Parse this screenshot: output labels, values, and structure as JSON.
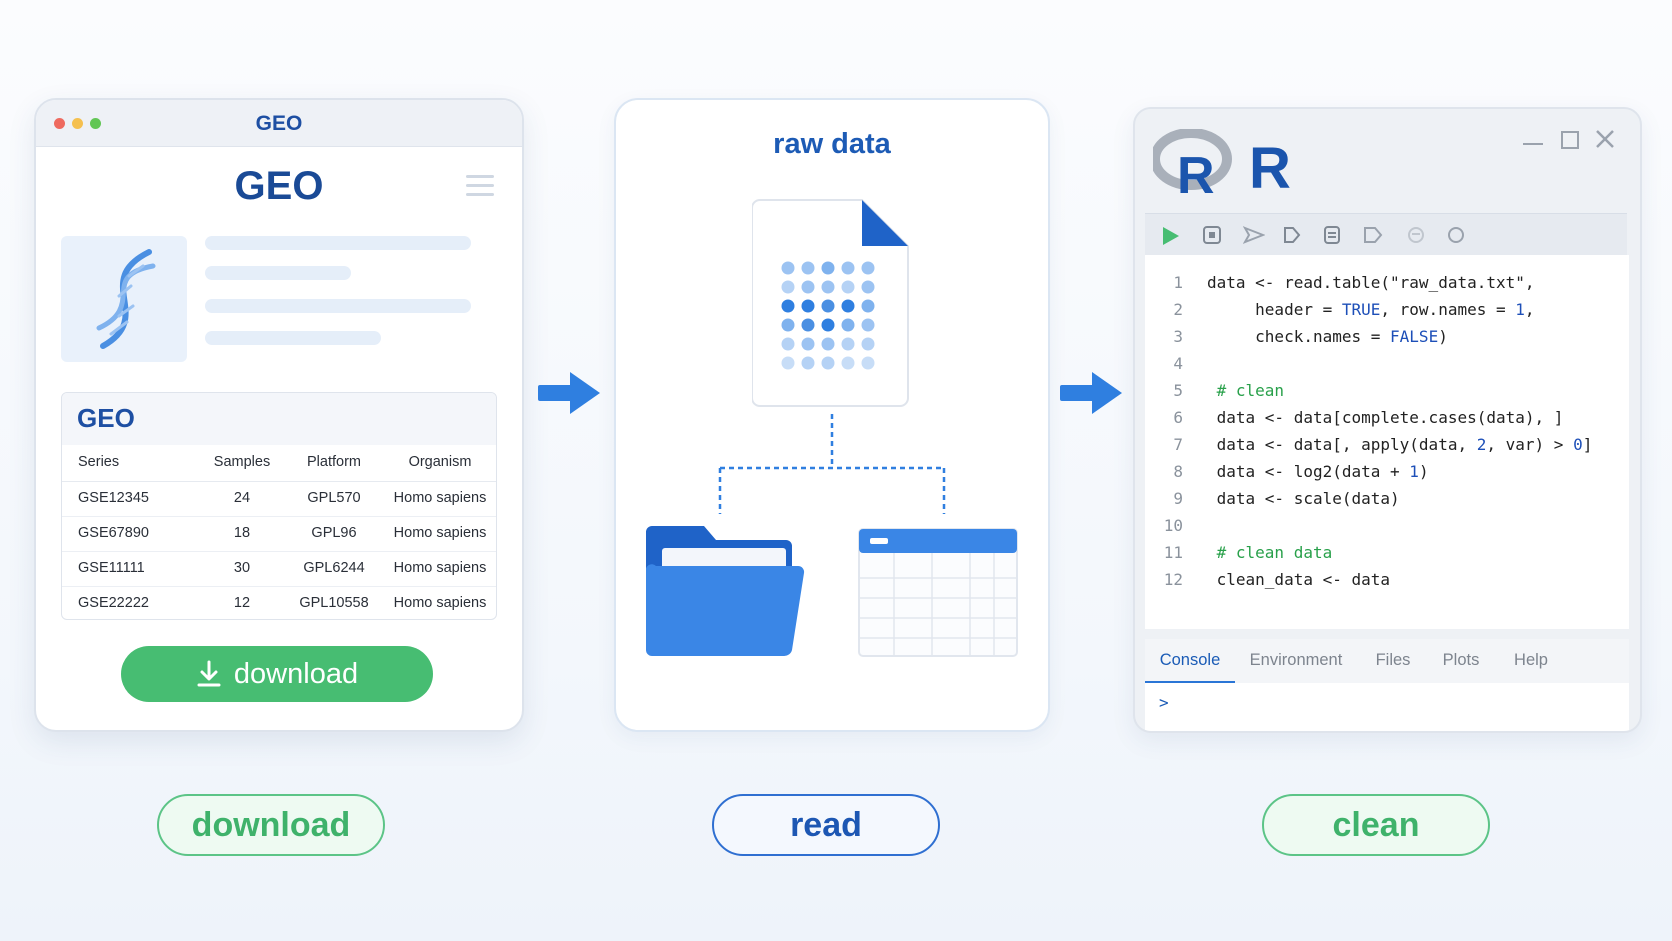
{
  "geo": {
    "window_title": "GEO",
    "logo": "GEO",
    "table": {
      "title": "GEO",
      "columns": [
        "Series",
        "Samples",
        "Platform",
        "Organism"
      ],
      "rows": [
        [
          "GSE12345",
          "24",
          "GPL570",
          "Homo sapiens"
        ],
        [
          "GSE67890",
          "18",
          "GPL96",
          "Homo sapiens"
        ],
        [
          "GSE11111",
          "30",
          "GPL6244",
          "Homo sapiens"
        ],
        [
          "GSE22222",
          "12",
          "GPL10558",
          "Homo sapiens"
        ]
      ]
    },
    "download_label": "download"
  },
  "raw": {
    "title": "raw data"
  },
  "r": {
    "title": "R",
    "logo_letter": "R",
    "code_lines": [
      "data <- read.table(\"raw_data.txt\",",
      "     header = TRUE, row.names = 1,",
      "     check.names = FALSE)",
      "",
      " # clean",
      " data <- data[complete.cases(data), ]",
      " data <- data[, apply(data, 2, var) > 0]",
      " data <- log2(data + 1)",
      " data <- scale(data)",
      "",
      " # clean data",
      " clean_data <- data"
    ],
    "tabs": [
      "Console",
      "Environment",
      "Files",
      "Plots",
      "Help"
    ],
    "prompt": ">"
  },
  "steps": [
    "download",
    "read",
    "clean"
  ],
  "colors": {
    "accent_blue": "#2a75d6",
    "accent_green": "#47bd72",
    "dark_blue": "#1a4a96"
  }
}
